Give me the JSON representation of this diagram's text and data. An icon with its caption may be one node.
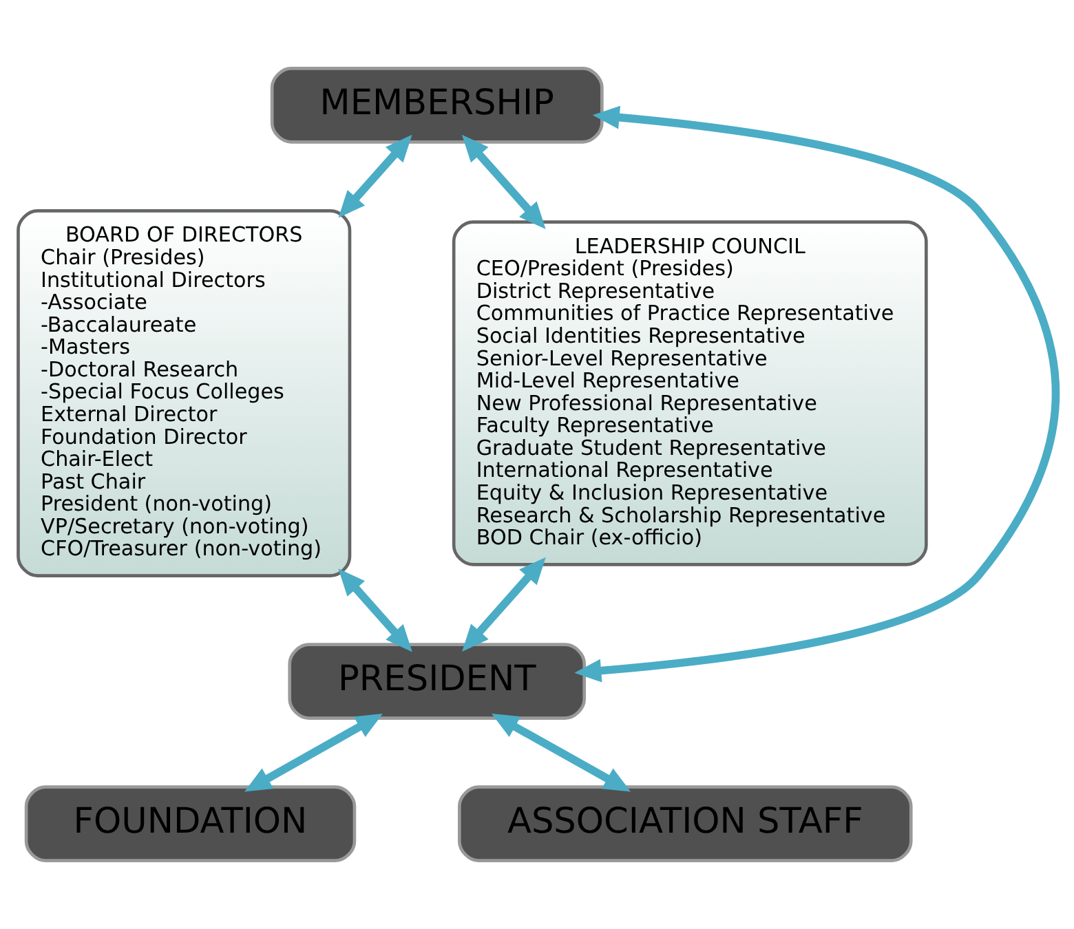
{
  "diagram": {
    "nodes": [
      {
        "text": [
          "MEMBERSHIP"
        ]
      },
      {
        "text": [
          "BOARD OF DIRECTORS",
          "Chair (Presides)",
          "Institutional Directors",
          "-Associate",
          "-Baccalaureate",
          "-Masters",
          "-Doctoral Research",
          "-Special Focus Colleges",
          "External Director",
          "Foundation Director",
          "Chair-Elect",
          "Past Chair",
          "President (non-voting)",
          "VP/Secretary (non-voting)",
          "CFO/Treasurer (non-voting)"
        ]
      },
      {
        "text": [
          "LEADERSHIP COUNCIL",
          "CEO/President (Presides)",
          "District Representative",
          "Communities of Practice Representative",
          "Social Identities Representative",
          "Senior-Level Representative",
          "Mid-Level Representative",
          "New Professional Representative",
          "Faculty Representative",
          "Graduate Student Representative",
          "International Representative",
          "Equity & Inclusion Representative",
          "Research & Scholarship Representative",
          "BOD Chair (ex-officio)"
        ]
      },
      {
        "text": [
          "PRESIDENT"
        ]
      },
      {
        "text": [
          "FOUNDATION"
        ]
      },
      {
        "text": [
          "ASSOCIATION STAFF"
        ]
      }
    ],
    "edges": [
      {
        "from": 0,
        "to": 1,
        "arrow": "both"
      },
      {
        "from": 0,
        "to": 2,
        "arrow": "both"
      },
      {
        "from": 0,
        "to": 3,
        "arrow": "both"
      },
      {
        "from": 1,
        "to": 3,
        "arrow": "both"
      },
      {
        "from": 2,
        "to": 3,
        "arrow": "both"
      },
      {
        "from": 3,
        "to": 4,
        "arrow": "both"
      },
      {
        "from": 3,
        "to": 5,
        "arrow": "both"
      }
    ]
  }
}
